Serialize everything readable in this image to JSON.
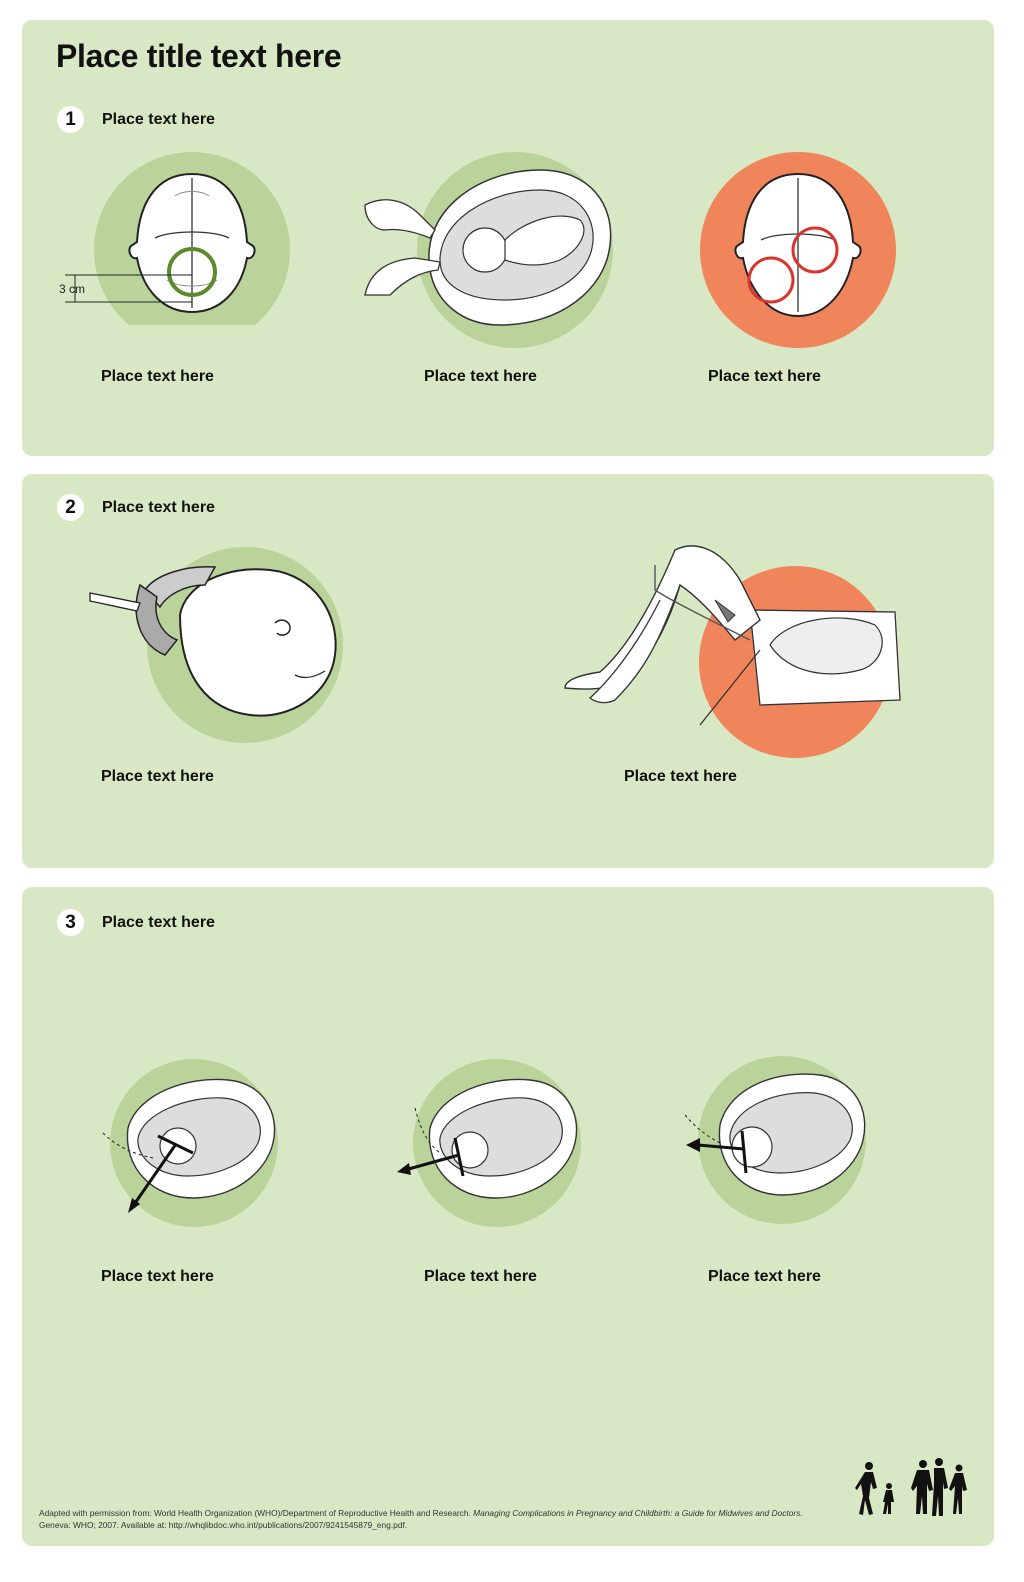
{
  "title": "Place title text here",
  "sections": [
    {
      "number": "1",
      "heading": "Place text here",
      "captions": [
        "Place text here",
        "Place text here",
        "Place text here"
      ],
      "measure_label": "3 cm"
    },
    {
      "number": "2",
      "heading": "Place text here",
      "captions": [
        "Place text here",
        "Place text here"
      ]
    },
    {
      "number": "3",
      "heading": "Place text here",
      "captions": [
        "Place text here",
        "Place text here",
        "Place text here"
      ]
    }
  ],
  "footer": {
    "line1_prefix": "Adapted with permission from: World Health Organization (WHO)/Department of Reproductive Health and Research. ",
    "line1_title": "Managing Complications in Pregnancy and Childbirth: a Guide for Midwives and Doctors.",
    "line2": "Geneva: WHO; 2007. Available at: http://whqlibdoc.who.int/publications/2007/9241545879_eng.pdf."
  },
  "colors": {
    "panel_bg": "#d9e8c4",
    "circle_green": "#b9d39a",
    "circle_orange": "#f0855c",
    "ring_green": "#5b8a2e",
    "ring_red": "#d8352e"
  },
  "icons": {
    "logo": "family-figures-logo"
  }
}
